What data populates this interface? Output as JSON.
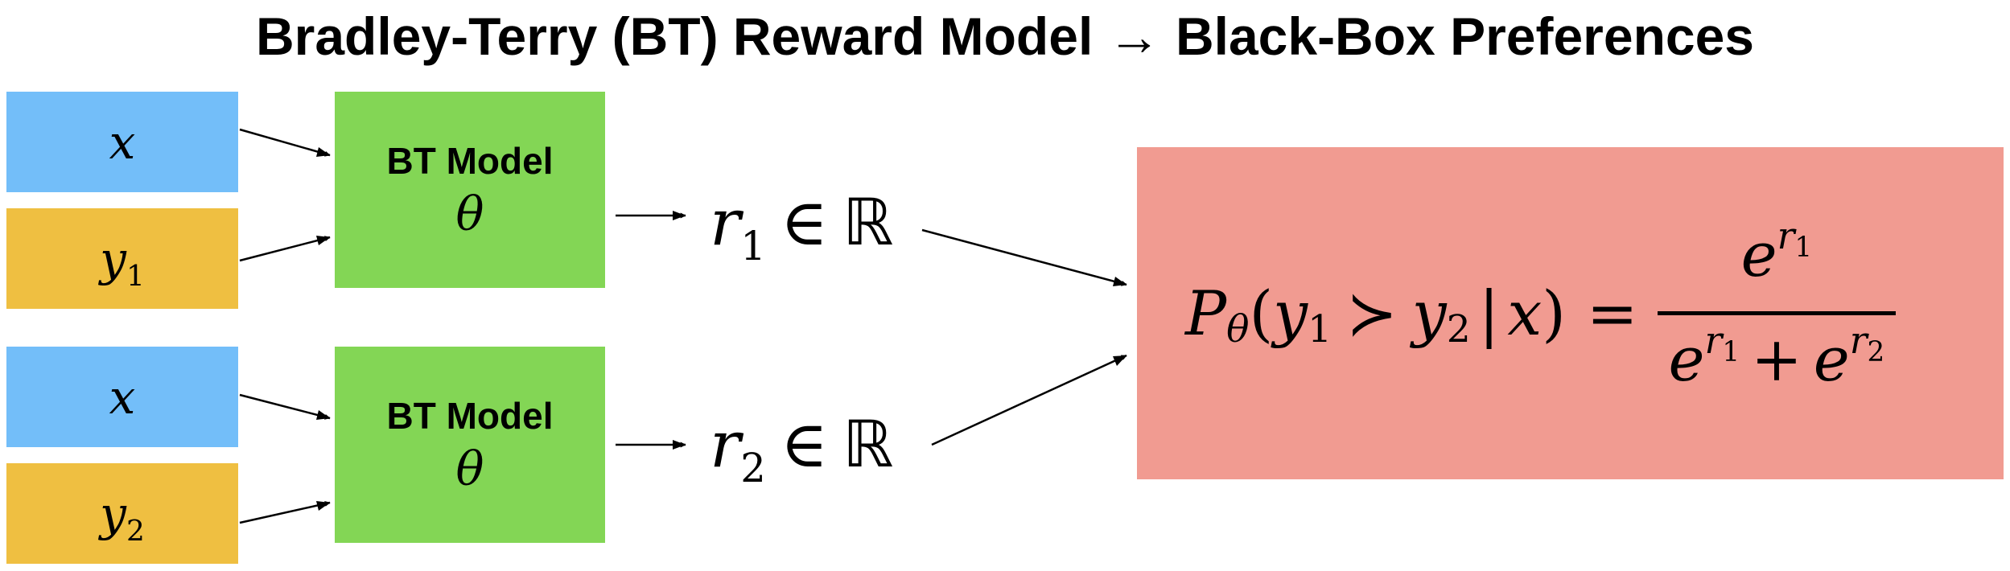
{
  "title": "Bradley-Terry (BT) Reward Model → Black-Box Preferences",
  "inputs": [
    {
      "var": "x",
      "sub": ""
    },
    {
      "var": "y",
      "sub": "1"
    },
    {
      "var": "x",
      "sub": ""
    },
    {
      "var": "y",
      "sub": "2"
    }
  ],
  "models": [
    {
      "label": "BT Model",
      "param": "θ"
    },
    {
      "label": "BT Model",
      "param": "θ"
    }
  ],
  "rewards": [
    {
      "var": "r",
      "sub": "1",
      "op": "∈",
      "set": "ℝ"
    },
    {
      "var": "r",
      "sub": "2",
      "op": "∈",
      "set": "ℝ"
    }
  ],
  "formula": {
    "P": "P",
    "theta": "θ",
    "open": "(",
    "y": "y",
    "one": "1",
    "succ": "≻",
    "two": "2",
    "bar": "|",
    "x": "x",
    "close": ")",
    "eq": "=",
    "e": "e",
    "r": "r",
    "plus": "+"
  },
  "colors": {
    "x_box": "#73bef9",
    "y_box": "#efbf41",
    "model_box": "#83d655",
    "result_box": "#f19b91"
  }
}
